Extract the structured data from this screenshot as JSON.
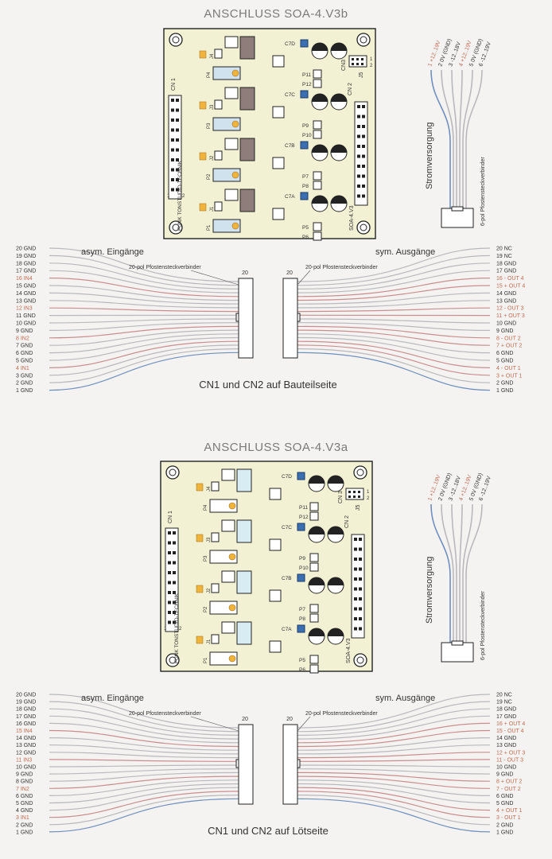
{
  "colors": {
    "paper": "#f4f3f1",
    "board": "#f3f1d3",
    "gray_wire": "#b9b9bd",
    "red_wire": "#c98f8f",
    "blue_wire": "#6f8fbf",
    "chip_v3b": "#8f7d7b",
    "chip_v3a": "#d8ecf4",
    "trim": "#3b6fb0",
    "yellow": "#f0b43a",
    "label_red": "#c26a4f"
  },
  "icons": {
    "trim_pot": "trimmer-pot-icon",
    "mount_hole": "mounting-hole-icon",
    "cap": "capacitor-icon",
    "check_box": "test-point-icon"
  },
  "sections": [
    {
      "id": "v3b",
      "title": "ANSCHLUSS  SOA-4.V3b",
      "board": {
        "cn1": "CN 1",
        "cn2": "CN 2",
        "cn3": "CN3",
        "j5": "J5",
        "pin1": "1",
        "pin2": "2",
        "brand": "FUNK TONSTUDIO-TECHNIK",
        "model": "SOA-4.V3",
        "caps": [
          "C7D",
          "C7C",
          "C7B",
          "C7A"
        ],
        "p_left": [
          "P4",
          "P3",
          "P2",
          "P1"
        ],
        "j_left": [
          "J4",
          "J3",
          "J2",
          "J1"
        ],
        "p_right": [
          "P11",
          "P12",
          "P9",
          "P10",
          "P7",
          "P8",
          "P5",
          "P6"
        ]
      },
      "power_pins": [
        "6 -12..19V",
        "5  0V (GND)",
        "4 +12..19V",
        "3 -12..18V",
        "2  0V (GND)",
        "1 +12..19V"
      ],
      "power_label": "Stromversorgung",
      "six_pin_label": "6-pol Pfostensteckverbinder",
      "left_label": "asym. Eingänge",
      "right_label": "sym. Ausgänge",
      "conn_label_left": "20-pol Pfostensteckverbinder",
      "conn_label_right": "20-pol Pfostensteckverbinder",
      "pin20_left": "20",
      "pin20_right": "20",
      "left_pins": [
        "20 GND",
        "19 GND",
        "18 GND",
        "17 GND",
        "16 IN4",
        "15 GND",
        "14 GND",
        "13 GND",
        "12 IN3",
        "11 GND",
        "10 GND",
        "9 GND",
        "8 IN2",
        "7 GND",
        "6 GND",
        "5 GND",
        "4 IN1",
        "3 GND",
        "2 GND",
        "1 GND"
      ],
      "right_pins": [
        "20 NC",
        "19 NC",
        "18 GND",
        "17 GND",
        "16 - OUT 4",
        "15 + OUT 4",
        "14 GND",
        "13 GND",
        "12 - OUT 3",
        "11 + OUT 3",
        "10 GND",
        "9 GND",
        "8 - OUT 2",
        "7 + OUT 2",
        "6 GND",
        "5 GND",
        "4 - OUT 1",
        "3 + OUT 1",
        "2 GND",
        "1 GND"
      ],
      "caption": "CN1 und CN2 auf Bauteilseite"
    },
    {
      "id": "v3a",
      "title": "ANSCHLUSS  SOA-4.V3a",
      "board": {
        "cn1": "CN 1",
        "cn2": "CN 2",
        "cn3": "CN 3",
        "j5": "J5",
        "pin1": "1",
        "pin2": "2",
        "brand": "FUNK TONSTUDIO-TECHNIK",
        "model": "SOA-4.V3",
        "caps": [
          "C7D",
          "C7C",
          "C7B",
          "C7A"
        ],
        "p_left": [
          "P4",
          "P3",
          "P2",
          "P1"
        ],
        "j_left": [
          "J4",
          "J3",
          "J2",
          "J1"
        ],
        "p_right": [
          "P11",
          "P12",
          "P9",
          "P10",
          "P7",
          "P8",
          "P5",
          "P6"
        ]
      },
      "power_pins": [
        "6 -12..19V",
        "5  0V (GND)",
        "4 +12..19V",
        "3 -12..18V",
        "2  0V (GND)",
        "1 +12..19V"
      ],
      "power_label": "Stromversorgung",
      "six_pin_label": "6-pol Pfostensteckverbinder",
      "left_label": "asym. Eingänge",
      "right_label": "sym. Ausgänge",
      "conn_label_left": "20-pol Pfostensteckverbinder",
      "conn_label_right": "20-pol Pfostensteckverbinder",
      "pin20_left": "20",
      "pin20_right": "20",
      "left_pins": [
        "20 GND",
        "19 GND",
        "18 GND",
        "17 GND",
        "16 GND",
        "15 IN4",
        "14 GND",
        "13 GND",
        "12 GND",
        "11 IN3",
        "10 GND",
        "9 GND",
        "8 GND",
        "7 IN2",
        "6 GND",
        "5 GND",
        "4 GND",
        "3 IN1",
        "2 GND",
        "1 GND"
      ],
      "right_pins": [
        "20 NC",
        "19 NC",
        "18 GND",
        "17 GND",
        "16 + OUT 4",
        "15 - OUT 4",
        "14 GND",
        "13 GND",
        "12 + OUT 3",
        "11 - OUT 3",
        "10 GND",
        "9 GND",
        "8 + OUT 2",
        "7 - OUT 2",
        "6 GND",
        "5 GND",
        "4 + OUT 1",
        "3 - OUT 1",
        "2 GND",
        "1 GND"
      ],
      "caption": "CN1 und CN2 auf Lötseite"
    }
  ]
}
